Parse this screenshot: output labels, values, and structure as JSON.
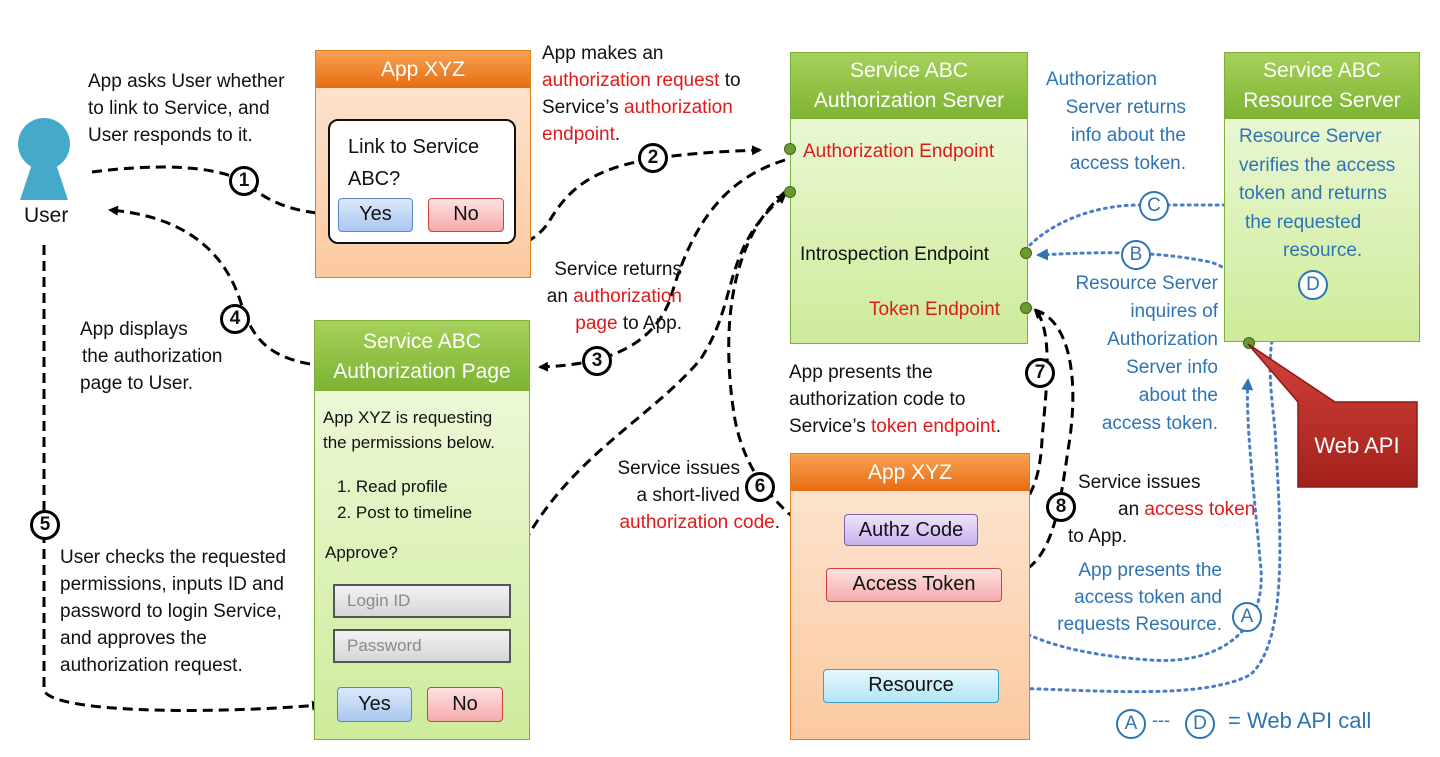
{
  "user": {
    "label": "User"
  },
  "app_top": {
    "title": "App XYZ",
    "dialog_text": "Link to Service ABC?",
    "yes": "Yes",
    "no": "No"
  },
  "auth_server": {
    "title_line1": "Service ABC",
    "title_line2": "Authorization Server",
    "authorization_endpoint": "Authorization Endpoint",
    "introspection_endpoint": "Introspection Endpoint",
    "token_endpoint": "Token Endpoint"
  },
  "resource_server": {
    "title_line1": "Service ABC",
    "title_line2": "Resource Server",
    "text": [
      "Resource Server",
      "verifies the access",
      "token and returns",
      "the requested",
      "resource."
    ]
  },
  "auth_page": {
    "title_line1": "Service ABC",
    "title_line2": "Authorization Page",
    "text_line1": "App XYZ is requesting",
    "text_line2": "the permissions below.",
    "perm1": "1. Read profile",
    "perm2": "2. Post to timeline",
    "approve": "Approve?",
    "login_placeholder": "Login ID",
    "password_placeholder": "Password",
    "yes": "Yes",
    "no": "No"
  },
  "app_bottom": {
    "title": "App XYZ",
    "authz_code": "Authz Code",
    "access_token": "Access Token",
    "resource": "Resource"
  },
  "web_api": {
    "label": "Web API"
  },
  "steps": {
    "s1": "1",
    "s2": "2",
    "s3": "3",
    "s4": "4",
    "s5": "5",
    "s6": "6",
    "s7": "7",
    "s8": "8",
    "a": "A",
    "b": "B",
    "c": "C",
    "d": "D"
  },
  "notes": {
    "n1": [
      "App asks User whether",
      "to link to Service, and",
      "User responds to it."
    ],
    "n2_a": "App makes an",
    "n2_b": "authorization request",
    "n2_c": " to",
    "n2_d": "Service’s ",
    "n2_e": "authorization",
    "n2_f": "endpoint",
    "n2_g": ".",
    "n3_a": "Service returns",
    "n3_b": "an ",
    "n3_c": "authorization",
    "n3_d": "page",
    "n3_e": " to App.",
    "n4": [
      "App displays",
      "the authorization",
      "page to User."
    ],
    "n5": [
      "User checks the requested",
      "permissions, inputs ID and",
      "password to login Service,",
      "and approves the",
      "authorization request."
    ],
    "n6_a": "Service issues",
    "n6_b": "a short-lived",
    "n6_c": "authorization code",
    "n6_d": ".",
    "n7_a": "App presents the",
    "n7_b": "authorization code to",
    "n7_c": "Service’s ",
    "n7_d": "token endpoint",
    "n7_e": ".",
    "n8_a": "Service issues",
    "n8_b": "an ",
    "n8_c": "access token",
    "n8_d": "to App.",
    "na": [
      "App presents the",
      "access token and",
      "requests Resource."
    ],
    "nb": [
      "Resource Server",
      "inquires of",
      "Authorization",
      "Server info",
      "about the",
      "access token."
    ],
    "nc": [
      "Authorization",
      "Server returns",
      "info about the",
      "access token."
    ],
    "legend_dash": "---",
    "legend_text": "= Web API call"
  }
}
